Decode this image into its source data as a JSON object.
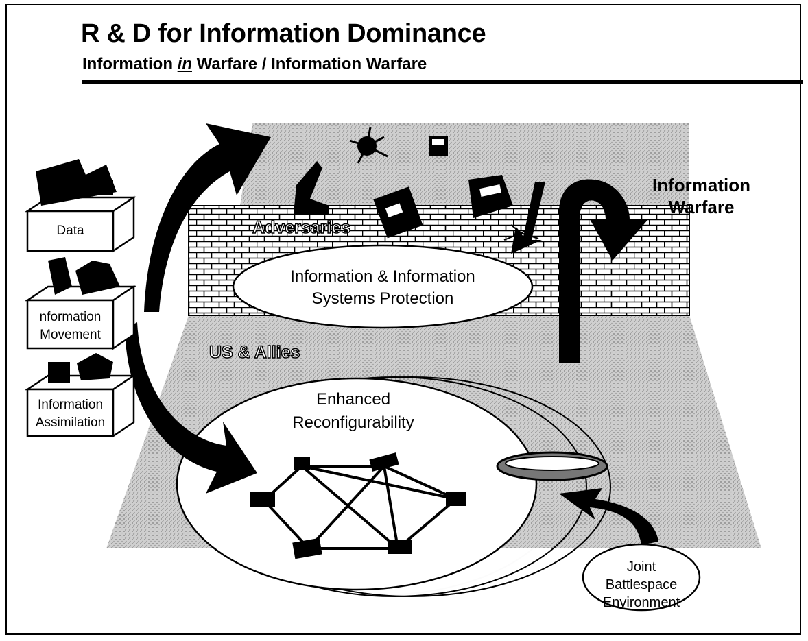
{
  "header": {
    "title": "R & D for Information Dominance",
    "subtitle_part1": "Information ",
    "subtitle_emphasis": "in",
    "subtitle_part2": " Warfare / Information Warfare"
  },
  "boxes": [
    {
      "label": "Data"
    },
    {
      "label_line1": "nformation",
      "label_line2": "Movement"
    },
    {
      "label_line1": "Information",
      "label_line2": "Assimilation"
    }
  ],
  "regions": {
    "adversaries": "Adversaries",
    "us_allies": "US & Allies"
  },
  "wall_ellipse": {
    "line1": "Information & Information",
    "line2": "Systems Protection"
  },
  "information_warfare": {
    "line1": "Information",
    "line2": "Warfare"
  },
  "reconfig": {
    "line1": "Enhanced",
    "line2": "Reconfigurability"
  },
  "joint": {
    "line1": "Joint",
    "line2": "Battlespace",
    "line3": "Environment"
  },
  "colors": {
    "ground": "#c4c4c4",
    "ink": "#000000",
    "paper": "#ffffff"
  }
}
